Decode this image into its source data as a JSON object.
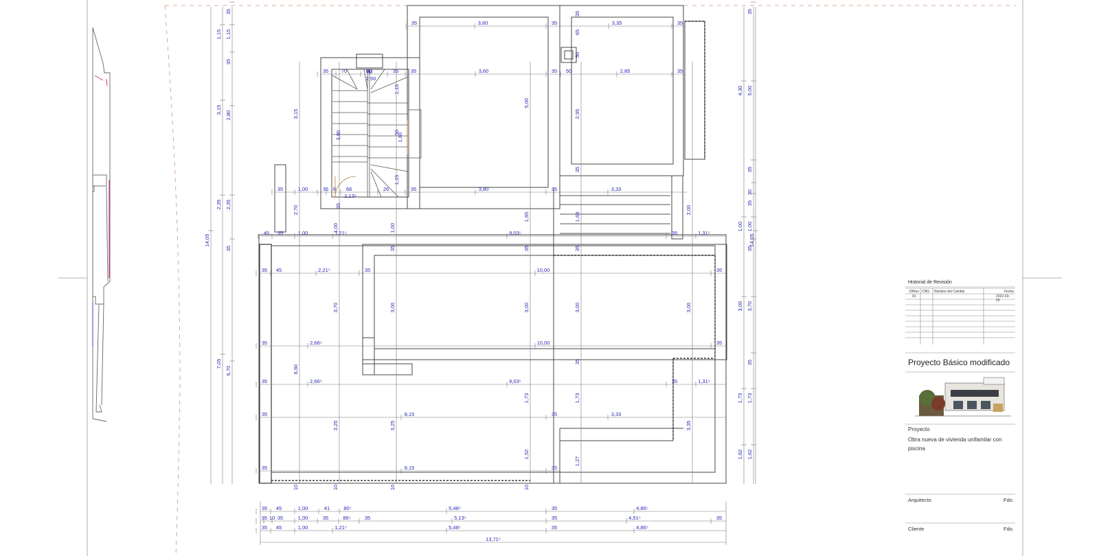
{
  "revision_history": {
    "title": "Historial de Revisión",
    "columns": [
      "IDRev",
      "CNG",
      "Nombre del Cambio",
      "Fecha"
    ],
    "rows": [
      {
        "id": "01",
        "cng": "",
        "name": "",
        "date": "2022-03-25"
      }
    ]
  },
  "project_title": "Proyecto Básico modificado",
  "project_label": "Proyecto",
  "project_description": "Obra nueva de vivienda unifamilar con piscina",
  "signatures": [
    {
      "role": "Arquitecto",
      "fdo": "Fdo."
    },
    {
      "role": "Cliente",
      "fdo": "Fdo."
    }
  ],
  "colors": {
    "dimension_text": "#2828b4",
    "line": "#555555",
    "wall": "#333333",
    "accent": "#d0308c"
  },
  "dimensions": {
    "left_overall": "14,05",
    "right_overall": "14,05",
    "left_chain_a": [
      "1,15",
      "3,15",
      "2,35",
      "7,05"
    ],
    "left_chain_b": [
      "35",
      "1,15",
      "35",
      "2,80",
      "2,35",
      "35",
      "6,70"
    ],
    "right_chain_a": [
      "4,30",
      "1,00",
      "3,00",
      "1,73",
      "1,62"
    ],
    "right_chain_b": [
      "35",
      "5,00",
      "35",
      "30",
      "35",
      "1,00",
      "35",
      "3,70",
      "35",
      "1,73",
      "1,62"
    ],
    "top_chain": [
      "35",
      "3,60",
      "35",
      "3,35",
      "35"
    ],
    "upper_chain": [
      "35",
      "70",
      "80",
      "35",
      "35",
      "3,60",
      "35",
      "50",
      "2,85",
      "35"
    ],
    "stair_chain": [
      "35",
      "1,00",
      "35",
      "8",
      "68",
      "26",
      "35",
      "3,80",
      "35",
      "3,33"
    ],
    "mid_chain": [
      "45",
      "35",
      "1,00",
      "1,21⁵",
      "9,03⁵",
      "35",
      "1,31⁵"
    ],
    "pool_chain_1": [
      "35",
      "45",
      "2,21⁵",
      "35",
      "10,00",
      "35"
    ],
    "pool_chain_2": [
      "35",
      "2,66⁵",
      "10,00",
      "35"
    ],
    "lower_chain_1": [
      "35",
      "2,66⁵",
      "9,03⁵",
      "35",
      "1,31⁵"
    ],
    "lower_chain_2": [
      "35",
      "8,15",
      "35",
      "3,33"
    ],
    "lower_chain_3": [
      "35",
      "8,15",
      "35"
    ],
    "verticals": [
      "3,15",
      "2,70",
      "6,60",
      "3,70",
      "1,00",
      "3,25",
      "3,00",
      "1,00",
      "3,25",
      "5,00",
      "1,65",
      "3,00",
      "1,73",
      "1,52",
      "2,95",
      "1,68",
      "3,00",
      "1,73",
      "1,27",
      "2,00",
      "3,00",
      "3,35",
      "10",
      "10",
      "10",
      "10",
      "35",
      "35",
      "35",
      "35",
      "35",
      "65",
      "50",
      "35"
    ],
    "stair_labels": [
      "2,50",
      "3,80",
      "1,15",
      "1,15",
      "50",
      "2,13⁵",
      "35",
      "1,80",
      "80"
    ],
    "bottom_chain_1": [
      "35",
      "45",
      "1,00",
      "41",
      "80⁵",
      "5,48⁵",
      "35",
      "4,86⁵"
    ],
    "bottom_chain_2": [
      "35",
      "10",
      "35",
      "1,00",
      "35",
      "86⁵",
      "35",
      "5,13⁵",
      "35",
      "4,51⁵",
      "35"
    ],
    "bottom_chain_3": [
      "35",
      "45",
      "1,00",
      "1,21⁵",
      "5,48⁵",
      "35",
      "4,86⁵"
    ],
    "bottom_total": "13,71⁵"
  }
}
